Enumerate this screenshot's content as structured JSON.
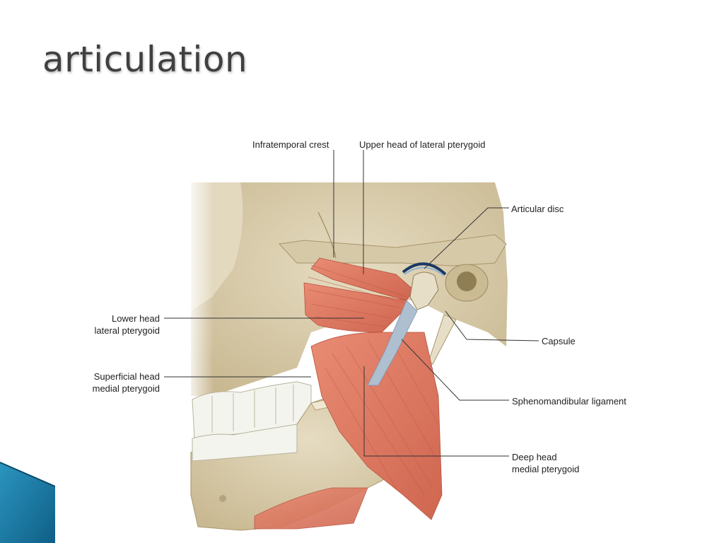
{
  "slide": {
    "title": "articulation"
  },
  "diagram": {
    "labels": {
      "infratemporal_crest": "Infratemporal crest",
      "upper_head_lateral_pterygoid": "Upper head of lateral pterygoid",
      "articular_disc": "Articular disc",
      "lower_head_line1": "Lower head",
      "lower_head_line2": "lateral pterygoid",
      "capsule": "Capsule",
      "superficial_head_line1": "Superficial head",
      "superficial_head_line2": "medial pterygoid",
      "sphenomandibular_ligament": "Sphenomandibular ligament",
      "deep_head_line1": "Deep head",
      "deep_head_line2": "medial pterygoid"
    },
    "colors": {
      "bone": "#d8cdb0",
      "bone_shadow": "#b5a47c",
      "muscle": "#e2836c",
      "muscle_dark": "#c8604a",
      "ligament": "#aebfd0",
      "teeth": "#f4f4ee",
      "leader_line": "#333333",
      "accent_blue": "#1c7fa8"
    }
  }
}
